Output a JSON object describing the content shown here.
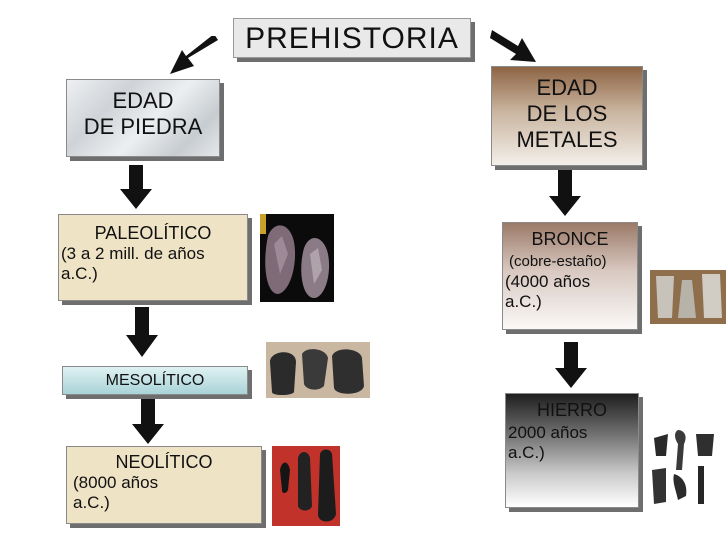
{
  "title": "PREHISTORIA",
  "stone": {
    "heading": [
      "EDAD",
      "DE PIEDRA"
    ],
    "paleolitico": {
      "title": "PALEOLÍTICO",
      "lines": [
        "(3 a 2 mill. de años",
        "a.C.)"
      ]
    },
    "mesolitico": {
      "title": "MESOLÍTICO"
    },
    "neolitico": {
      "title": "NEOLÍTICO",
      "lines": [
        "(8000 años",
        "a.C.)"
      ]
    }
  },
  "metals": {
    "heading": [
      "EDAD",
      "DE LOS",
      "METALES"
    ],
    "bronce": {
      "title": "BRONCE",
      "lines": [
        "(cobre-estaño)",
        "(4000 años",
        "a.C.)"
      ]
    },
    "hierro": {
      "title": "HIERRO",
      "lines": [
        "2000 años",
        "a.C.)"
      ]
    }
  },
  "colors": {
    "marble": "#d9dcdf",
    "parchment": "#efe3c6",
    "teal": "#bfe0e4",
    "bronze_brown": "#8a6040",
    "arrow": "#111111"
  }
}
